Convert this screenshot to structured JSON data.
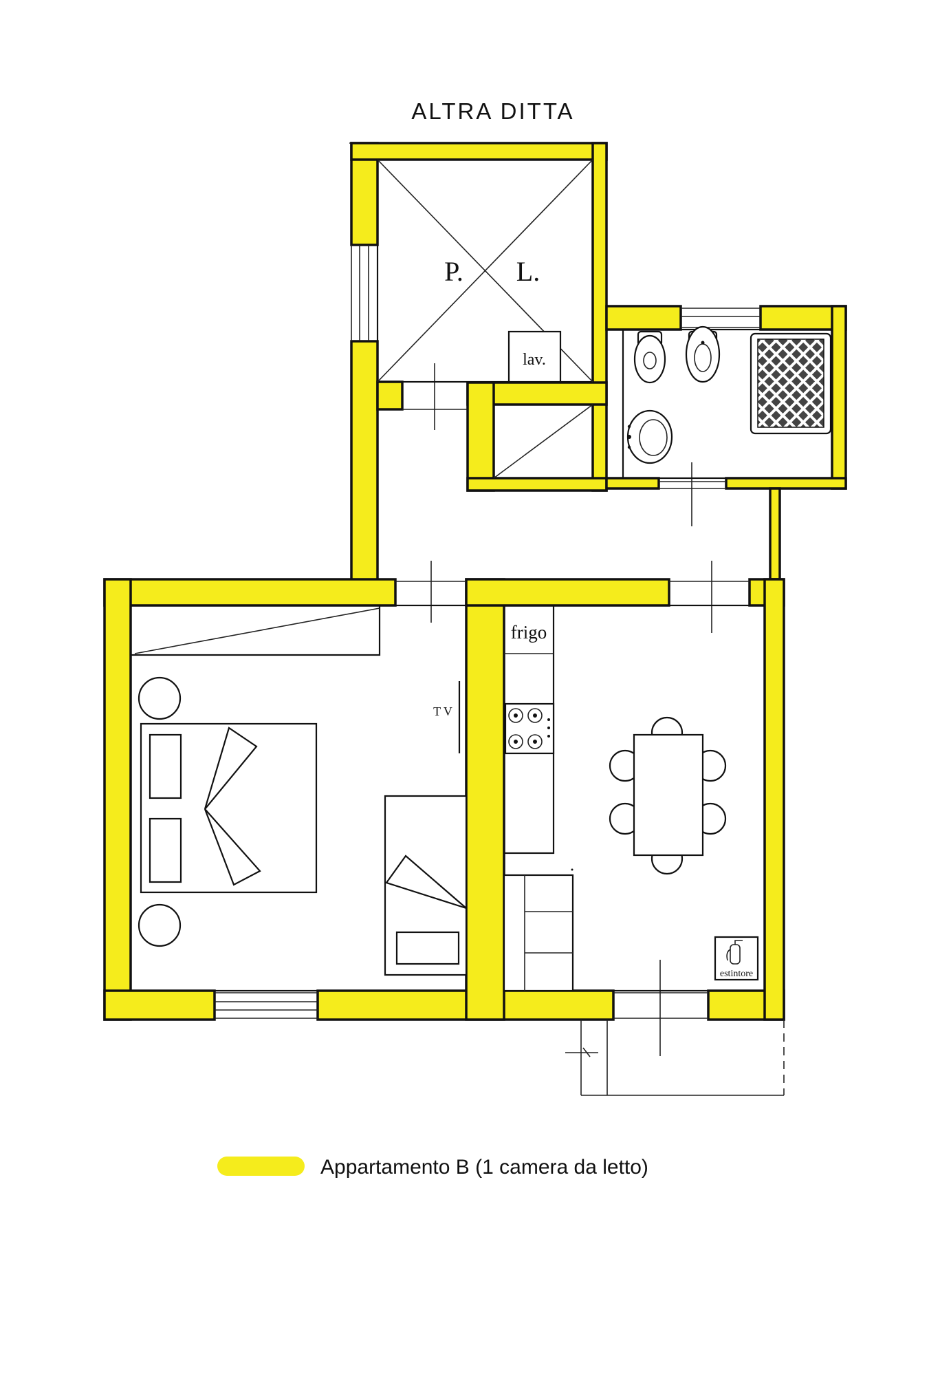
{
  "labels": {
    "neighbor": "ALTRA DITTA",
    "stair_p": "P.",
    "stair_l": "L.",
    "laundry": "lav.",
    "fridge": "frigo",
    "tv": "T V",
    "extinguisher": "estintore"
  },
  "legend": {
    "text": "Appartamento B (1 camera da letto)"
  },
  "colors": {
    "wall_fill": "#f5ec1c",
    "outline": "#111111",
    "background": "#ffffff"
  },
  "icons": [
    "fire-extinguisher-icon",
    "stove-icon",
    "toilet-icon",
    "bidet-icon",
    "shower-icon",
    "washbasin-icon"
  ]
}
